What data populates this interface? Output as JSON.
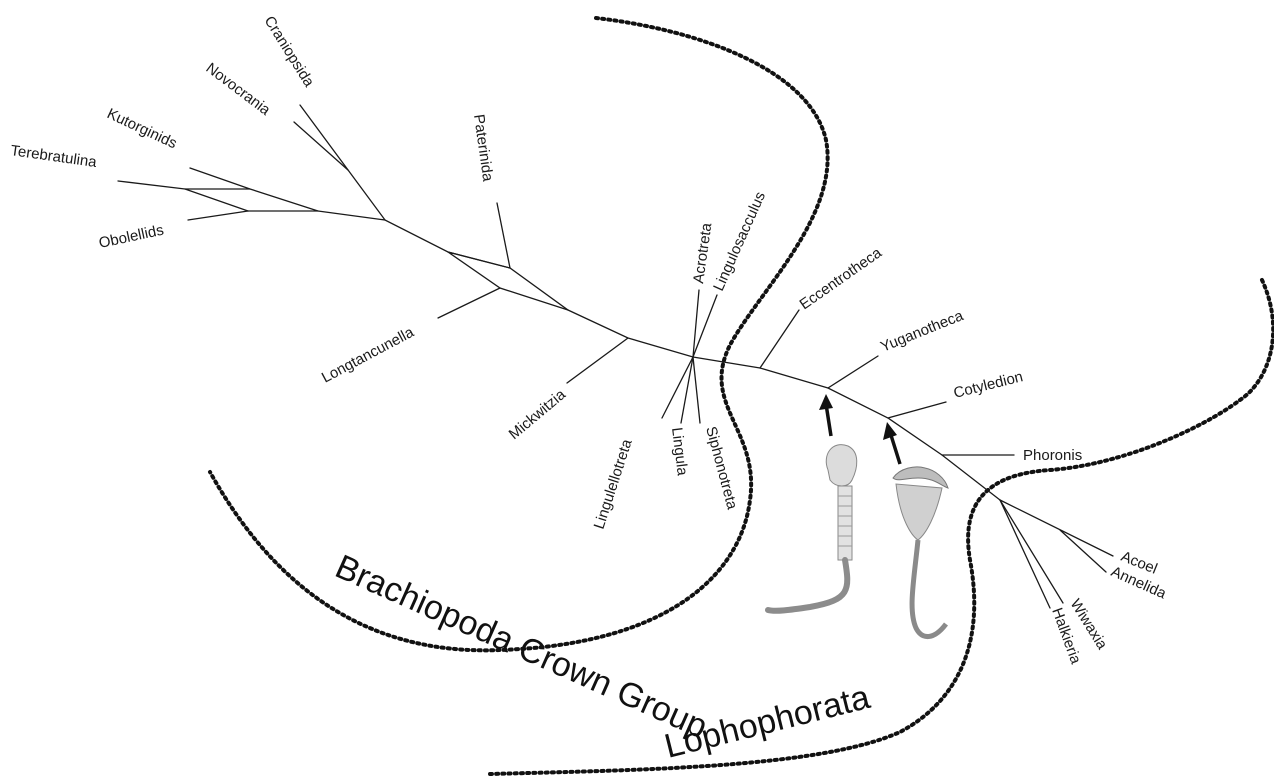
{
  "groups": {
    "brachiopoda_crown_group": "Brachiopoda Crown Group",
    "lophophorata": "Lophophorata"
  },
  "taxa": {
    "craniopsida": "Craniopsida",
    "novocrania": "Novocrania",
    "kutorginids": "Kutorginids",
    "terebratulina": "Terebratulina",
    "obolellids": "Obolellids",
    "paterinida": "Paterinida",
    "longtancunella": "Longtancunella",
    "mickwitzia": "Mickwitzia",
    "acrotreta": "Acrotreta",
    "lingulosacculus": "Lingulosacculus",
    "lingulellotreta": "Lingulellotreta",
    "lingula": "Lingula",
    "siphonotreta": "Siphonotreta",
    "eccentrotheca": "Eccentrotheca",
    "yuganotheca": "Yuganotheca",
    "cotyledion": "Cotyledion",
    "phoronis": "Phoronis",
    "acoel": "Acoel",
    "annelida": "Annelida",
    "wiwaxia": "Wiwaxia",
    "halkieria": "Halkieria"
  },
  "illustrations": [
    {
      "name": "yuganotheca-illustration",
      "color": "#d8d8d8"
    },
    {
      "name": "cotyledion-illustration",
      "color": "#c9c9c9"
    }
  ]
}
